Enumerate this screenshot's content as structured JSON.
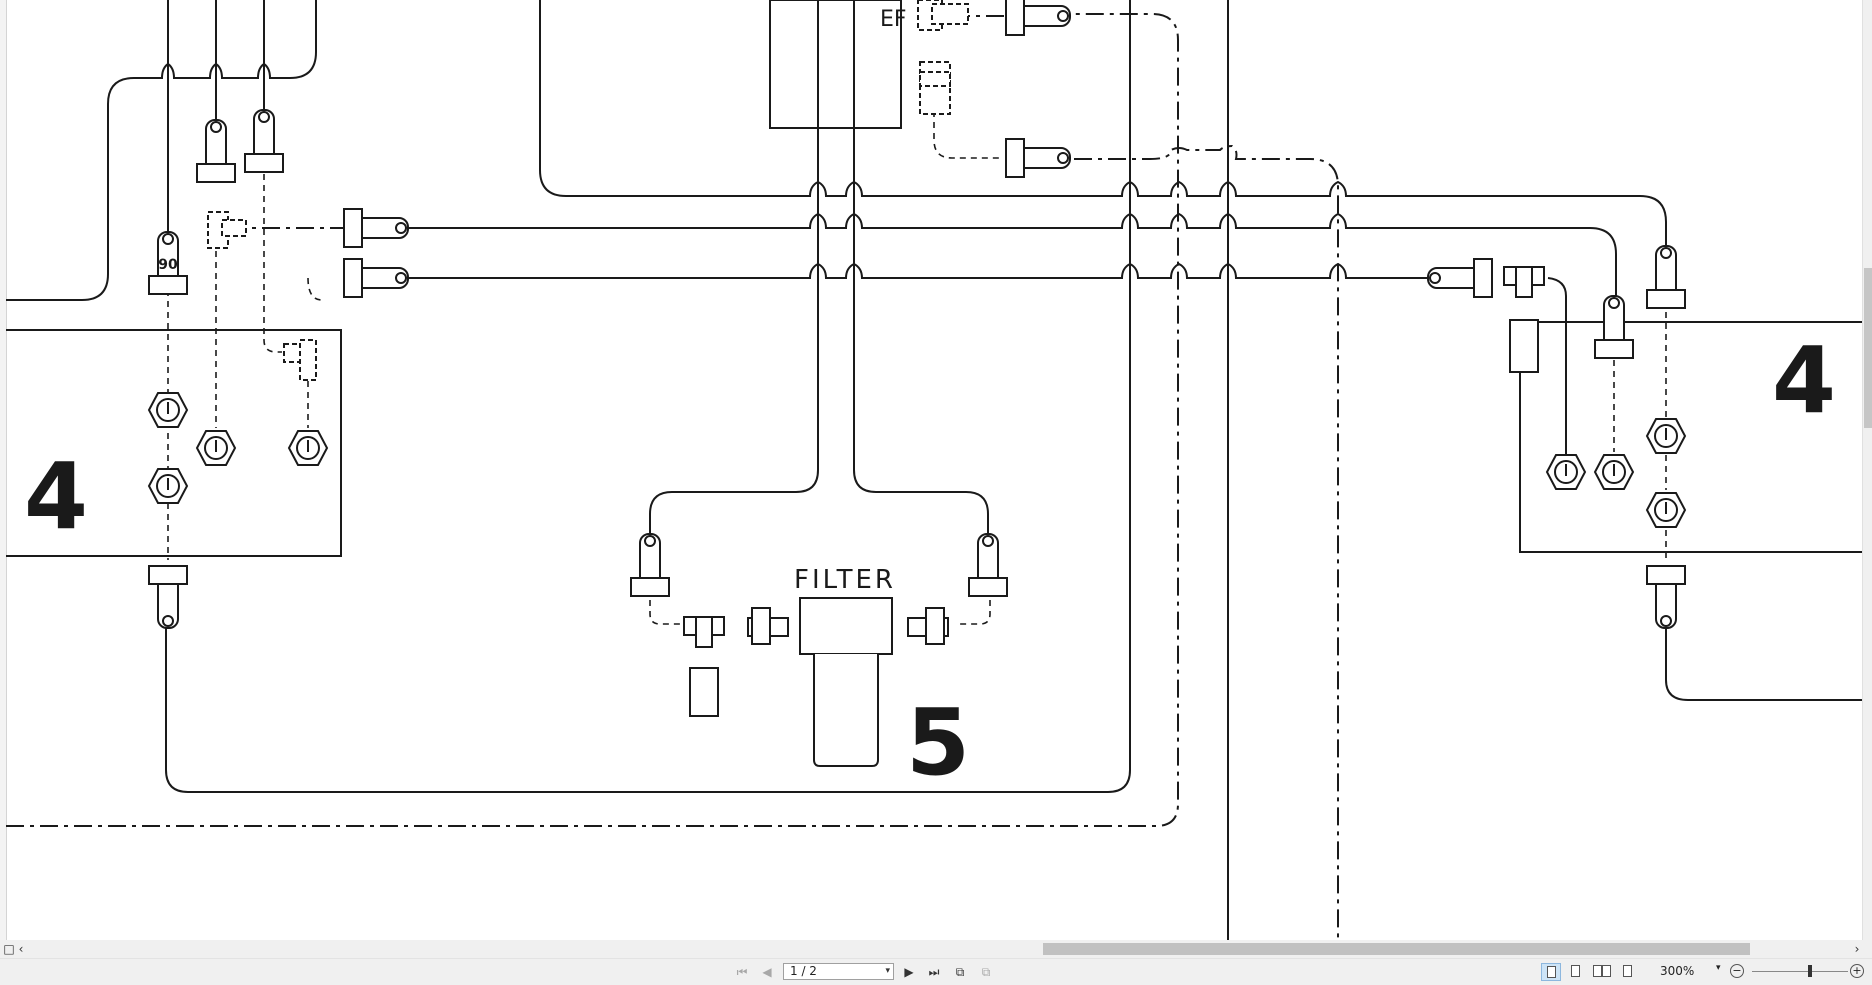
{
  "document": {
    "labels": {
      "ef": "EF",
      "fitting_90": "90",
      "filter": "FILTER",
      "callout_left": "4",
      "callout_right": "4",
      "callout_filter": "5"
    }
  },
  "statusbar": {
    "page_value": "1 / 2",
    "zoom_value": "300%",
    "zoom_fraction": 0.6
  },
  "icons": {
    "first_page": "first-page-icon",
    "prev_page": "previous-page-icon",
    "next_page": "next-page-icon",
    "last_page": "last-page-icon",
    "zoom_out": "zoom-out-icon",
    "zoom_in": "zoom-in-icon"
  },
  "colors": {
    "line": "#1a1a1a",
    "background": "#ffffff",
    "chrome": "#f0f0f0",
    "active_view": "#cde4f7"
  }
}
